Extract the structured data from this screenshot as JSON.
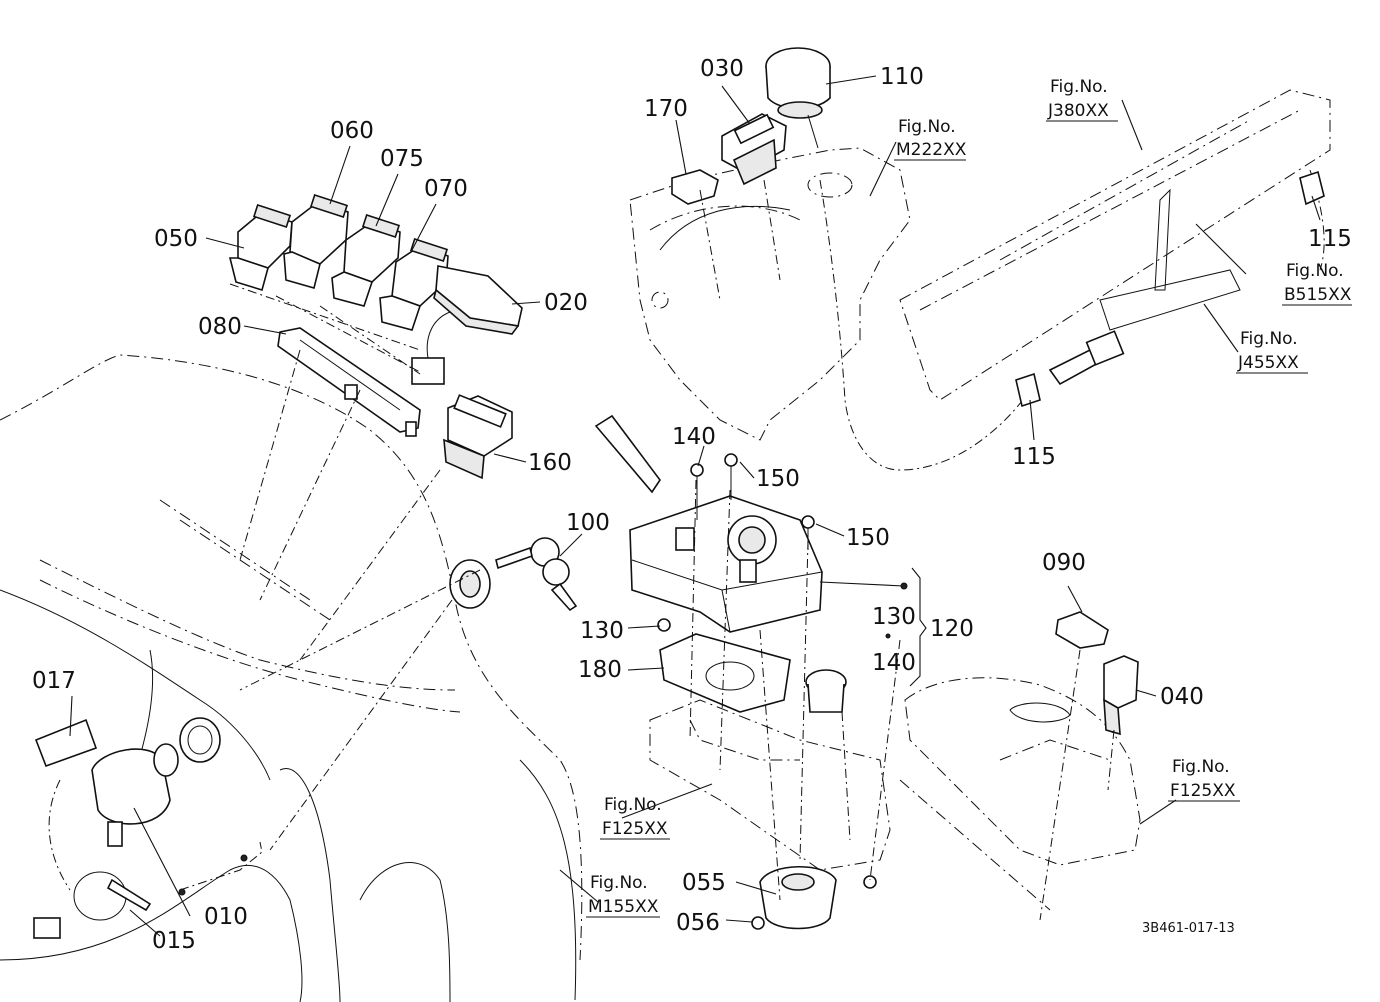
{
  "parts": [
    {
      "id": "p110",
      "text": "110"
    },
    {
      "id": "p030",
      "text": "030"
    },
    {
      "id": "p170",
      "text": "170"
    },
    {
      "id": "p060",
      "text": "060"
    },
    {
      "id": "p075",
      "text": "075"
    },
    {
      "id": "p070",
      "text": "070"
    },
    {
      "id": "p050",
      "text": "050"
    },
    {
      "id": "p020",
      "text": "020"
    },
    {
      "id": "p080",
      "text": "080"
    },
    {
      "id": "p160",
      "text": "160"
    },
    {
      "id": "p115a",
      "text": "115"
    },
    {
      "id": "p115b",
      "text": "115"
    },
    {
      "id": "p140a",
      "text": "140"
    },
    {
      "id": "p150a",
      "text": "150"
    },
    {
      "id": "p150b",
      "text": "150"
    },
    {
      "id": "p100",
      "text": "100"
    },
    {
      "id": "p130a",
      "text": "130"
    },
    {
      "id": "p130b",
      "text": "130"
    },
    {
      "id": "p140b",
      "text": "140"
    },
    {
      "id": "p120",
      "text": "120"
    },
    {
      "id": "p180",
      "text": "180"
    },
    {
      "id": "p090",
      "text": "090"
    },
    {
      "id": "p040",
      "text": "040"
    },
    {
      "id": "p017",
      "text": "017"
    },
    {
      "id": "p010",
      "text": "010"
    },
    {
      "id": "p015",
      "text": "015"
    },
    {
      "id": "p055",
      "text": "055"
    },
    {
      "id": "p056",
      "text": "056"
    }
  ],
  "figure_refs": [
    {
      "id": "f_m222",
      "prefix": "Fig.No.",
      "number": "M222XX"
    },
    {
      "id": "f_j380",
      "prefix": "Fig.No.",
      "number": "J380XX"
    },
    {
      "id": "f_b515",
      "prefix": "Fig.No.",
      "number": "B515XX"
    },
    {
      "id": "f_j455",
      "prefix": "Fig.No.",
      "number": "J455XX"
    },
    {
      "id": "f_f125a",
      "prefix": "Fig.No.",
      "number": "F125XX"
    },
    {
      "id": "f_f125b",
      "prefix": "Fig.No.",
      "number": "F125XX"
    },
    {
      "id": "f_m155",
      "prefix": "Fig.No.",
      "number": "M155XX"
    }
  ],
  "drawing_code": "3B461-017-13"
}
